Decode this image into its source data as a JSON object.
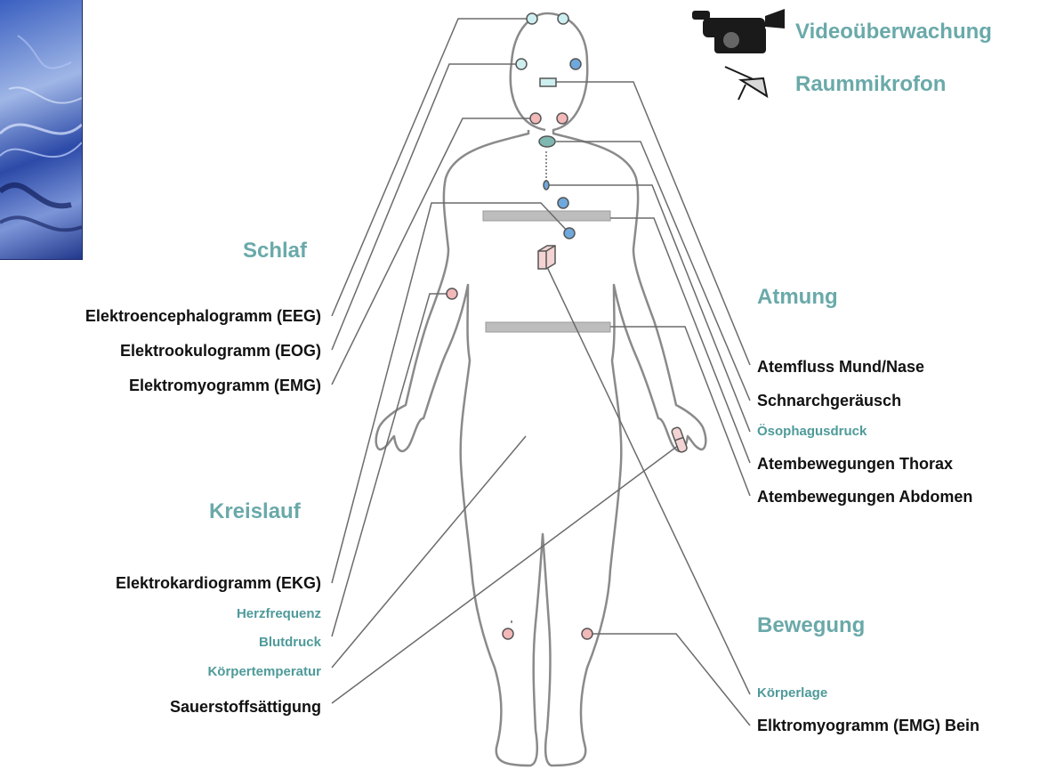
{
  "groups": {
    "sleep": "Schlaf",
    "circulation": "Kreislauf",
    "breathing": "Atmung",
    "movement": "Bewegung"
  },
  "left_labels": {
    "eeg": "Elektroencephalogramm (EEG)",
    "eog": "Elektrookulogramm (EOG)",
    "emg": "Elektromyogramm (EMG)",
    "ekg": "Elektrokardiogramm (EKG)",
    "heart_rate": "Herzfrequenz",
    "blood_pressure": "Blutdruck",
    "body_temperature": "Körpertemperatur",
    "oxygen_saturation": "Sauerstoffsättigung"
  },
  "right_labels": {
    "airflow": "Atemfluss Mund/Nase",
    "snoring": "Schnarchgeräusch",
    "esophageal_pressure": "Ösophagusdruck",
    "thorax": "Atembewegungen Thorax",
    "abdomen": "Atembewegungen Abdomen",
    "body_position": "Körperlage",
    "leg_emg": "Elktromyogramm (EMG) Bein"
  },
  "devices": {
    "video": "Videoüberwachung",
    "microphone": "Raummikrofon",
    "video_icon": "video-camera-icon",
    "microphone_icon": "microphone-icon"
  },
  "colors": {
    "heading": "#6aa9a9",
    "sub_label": "#4f9a9a",
    "electrode_pink": "#f3b8b8",
    "electrode_blue": "#6fa8dc",
    "electrode_cyan": "#cdeff0",
    "sensor_teal": "#7fb8b0"
  }
}
